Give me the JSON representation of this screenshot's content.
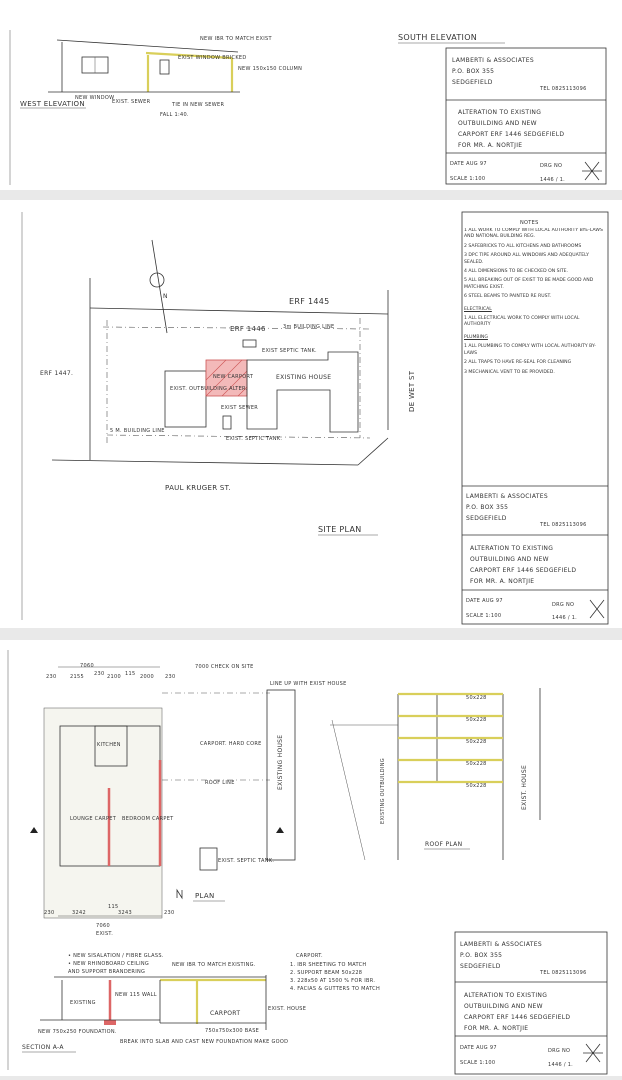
{
  "title_block": {
    "company": "LAMBERTI & ASSOCIATES",
    "po_box": "P.O. BOX 355",
    "town": "SEDGEFIELD",
    "tel": "TEL 0825113096",
    "project_lines": [
      "ALTERATION TO EXISTING",
      "OUTBUILDING AND NEW",
      "CARPORT ERF 1446 SEDGEFIELD",
      "FOR MR. A. NORTJIE"
    ],
    "date": "DATE AUG 97",
    "scale": "SCALE 1:100",
    "drg_label": "DRG NO",
    "drg_no": "1446 / 1."
  },
  "sheet1": {
    "south_title": "SOUTH ELEVATION",
    "west_title": "WEST ELEVATION",
    "labels": {
      "roof": "NEW IBR TO MATCH EXIST",
      "window": "EXIST WINDOW BRICKED",
      "new_window": "NEW WINDOW",
      "column": "NEW 150x150 COLUMN",
      "exist_sewer": "EXIST. SEWER",
      "new_sewer": "TIE IN NEW SEWER",
      "fall": "FALL 1:40."
    }
  },
  "sheet2": {
    "notes_title": "NOTES",
    "notes": [
      "1 ALL WORK TO COMPLY WITH LOCAL AUTHORITY BYE-LAWS AND NATIONAL BUILDING REG.",
      "2 SAFEBRICKS TO ALL KITCHENS AND BATHROOMS",
      "3 DPC TIPE AROUND ALL WINDOWS AND ADEQUATELY SEALED.",
      "4 ALL DIMENSIONS TO BE CHECKED ON SITE.",
      "5 ALL BREAKING OUT OF EXIST TO BE MADE GOOD AND MATCHING EXIST.",
      "6 STEEL BEAMS TO PAINTED RE RUST."
    ],
    "electrical_title": "ELECTRICAL",
    "electrical": [
      "1 ALL ELECTRICAL WORK TO COMPLY WITH LOCAL AUTHORITY"
    ],
    "plumbing_title": "PLUMBING",
    "plumbing": [
      "1 ALL PLUMBING TO COMPLY WITH LOCAL AUTHORITY BY-LAWS",
      "2 ALL TRAPS TO HAVE RE-SEAL FOR CLEANING",
      "3 MECHANICAL VENT TO BE PROVIDED."
    ],
    "site": {
      "erf_north": "ERF 1445",
      "erf_west": "ERF 1447.",
      "erf_site": "ERF 1446",
      "building_line": "3m BUILDING LINE",
      "building_line_5": "5 M. BUILDING LINE",
      "carport": "NEW CARPORT",
      "house": "EXISTING HOUSE",
      "outbuilding": "EXIST. OUTBUILDING ALTER.",
      "septic1": "EXIST SEPTIC TANK.",
      "septic2": "EXIST. SEPTIC TANK.",
      "drain": "EXIST SEWER",
      "street_south": "PAUL KRUGER ST.",
      "street_east": "DE WET ST",
      "north": "N",
      "title": "SITE PLAN"
    }
  },
  "sheet3": {
    "plan_title": "PLAN",
    "roof_title": "ROOF PLAN",
    "section_title": "SECTION A-A",
    "dims_top": [
      "7060",
      "230",
      "2155",
      "230",
      "2100",
      "115",
      "2000",
      "230"
    ],
    "dims_bottom": [
      "230",
      "3242",
      "115",
      "3243",
      "230"
    ],
    "dim_total": "7060",
    "dim_exist": "EXIST.",
    "dim_carport": "7000 CHECK ON SITE",
    "rooms": {
      "kitchen": "KITCHEN",
      "carport": "CARPORT. HARD CORE",
      "lounge": "LOUNGE CARPET",
      "bedroom": "BEDROOM CARPET",
      "house": "EXISTING HOUSE",
      "septic": "EXIST. SEPTIC TANK.",
      "line_up": "LINE UP WITH EXIST HOUSE",
      "exist_outbuilding": "EXISTING OUTBUILDING",
      "exist_house": "EXIST. HOUSE",
      "roof_line": "ROOF LINE"
    },
    "roof_members": [
      "50x228",
      "50x228",
      "50x228",
      "50x228",
      "50x228"
    ],
    "section_notes": [
      "• NEW SISALATION / FIBRE GLASS.",
      "• NEW RHINOBOARD CEILING",
      "AND SUPPORT BRANDERING"
    ],
    "section_labels": {
      "existing": "EXISTING",
      "wall": "NEW 115 WALL",
      "roof": "NEW IBR TO MATCH EXISTING.",
      "carport": "CARPORT",
      "foundation": "NEW 750x250 FOUNDATION.",
      "break": "BREAK INTO SLAB AND CAST NEW FOUNDATION MAKE GOOD",
      "base": "750x750x300 BASE",
      "exist_house": "EXIST. HOUSE"
    },
    "carport_title": "CARPORT.",
    "carport_notes": [
      "1. IBR SHEETING TO MATCH",
      "2. SUPPORT BEAM 50x228",
      "3. 228x50 AT 1500 % FOR IBR.",
      "4. FACIAS & GUTTERS TO MATCH"
    ]
  }
}
